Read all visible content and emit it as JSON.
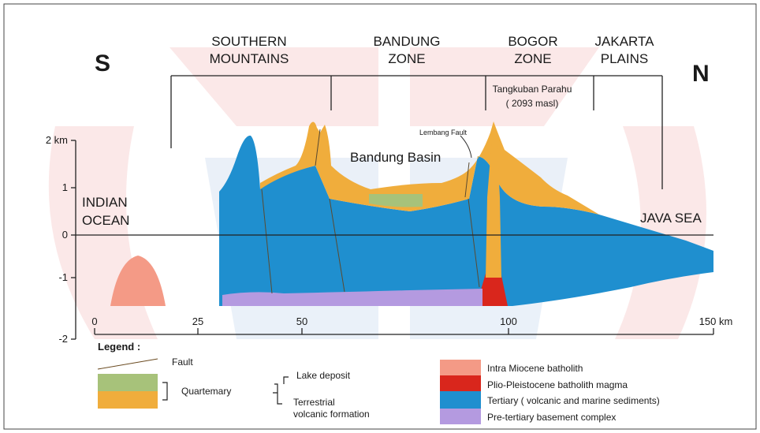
{
  "compass": {
    "south": "S",
    "north": "N"
  },
  "zones": [
    {
      "line1": "SOUTHERN",
      "line2": "MOUNTAINS"
    },
    {
      "line1": "BANDUNG",
      "line2": "ZONE"
    },
    {
      "line1": "BOGOR",
      "line2": "ZONE"
    },
    {
      "line1": "JAKARTA",
      "line2": "PLAINS"
    }
  ],
  "labels": {
    "peak_name": "Tangkuban Parahu",
    "peak_height": "( 2093 masl)",
    "fault_name": "Lembang Fault",
    "basin": "Bandung Basin",
    "ocean_line1": "INDIAN",
    "ocean_line2": "OCEAN",
    "sea": "JAVA SEA"
  },
  "y_axis": {
    "ticks": [
      "2 km",
      "1",
      "0",
      "-1",
      "-2"
    ]
  },
  "x_axis": {
    "ticks": [
      "0",
      "25",
      "50",
      "100",
      "150 km"
    ]
  },
  "legend": {
    "title": "Legend :",
    "fault": "Fault",
    "quarternary": "Quartemary",
    "lake": "Lake deposit",
    "terrestrial_line1": "Terrestrial",
    "terrestrial_line2": "volcanic formation",
    "intra": "Intra Miocene batholith",
    "plio": "Plio-Pleistocene batholith magma",
    "tertiary": "Tertiary ( volcanic and marine sediments)",
    "pretertiary": "Pre-tertiary basement complex"
  },
  "colors": {
    "tertiary": "#1f8fcf",
    "volcanic": "#f0ad3c",
    "lake": "#a7c27a",
    "magma": "#d9261c",
    "intra_batholith": "#f49a86",
    "basement": "#b49ae0",
    "watermark_red": "#fbe3e3",
    "watermark_blue": "#e6eef8"
  }
}
